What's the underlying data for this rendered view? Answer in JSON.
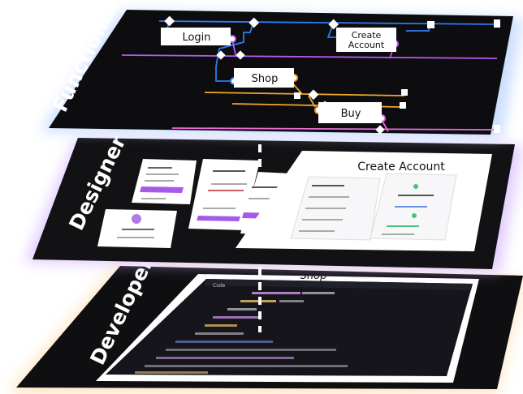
{
  "functional": {
    "layer_title": "Functional",
    "nodes": {
      "login": "Login",
      "create_account_line1": "Create",
      "create_account_line2": "Account",
      "shop": "Shop",
      "buy": "Buy"
    },
    "colors": {
      "blue": "#2d7bf0",
      "purple": "#b65bf2",
      "orange": "#f0a62b",
      "pink": "#e86bd8",
      "node_fill": "#ffffff",
      "panel": "#0d0d10"
    }
  },
  "designer": {
    "layer_title": "Designer",
    "login_title": "Login",
    "create_account_title": "Create Account",
    "colors": {
      "panel": "#121214",
      "card": "#ffffff",
      "accent": "#a55ae8"
    }
  },
  "developer": {
    "layer_title": "Developer",
    "shop_title": "Shop",
    "editor_tab": "Code",
    "colors": {
      "panel": "#0f0f11",
      "editor": "#15151b",
      "keyword": "#d59bf0",
      "string": "#f0c26c",
      "plain": "#c7c7d4",
      "comment": "#6f8fd8"
    }
  }
}
